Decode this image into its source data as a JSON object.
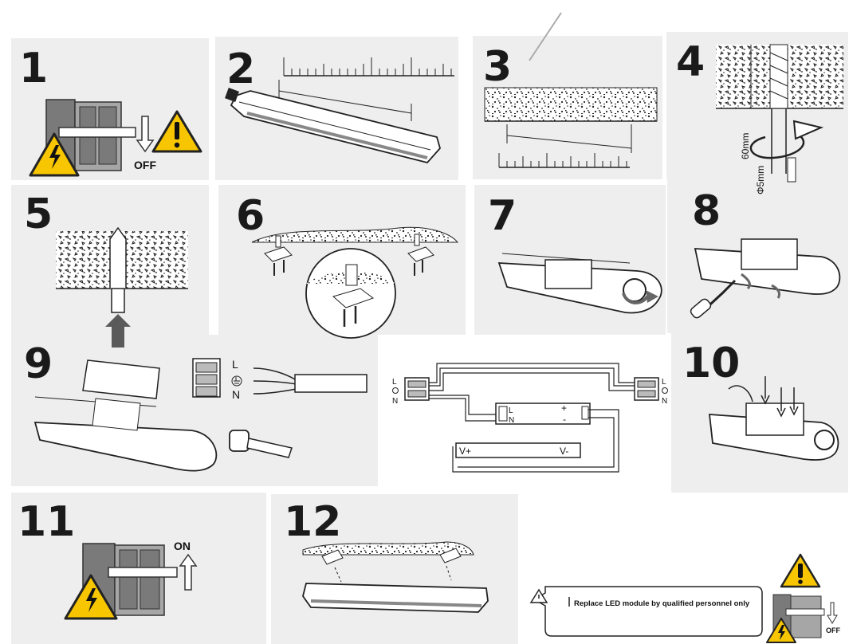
{
  "steps": [
    {
      "number": "1"
    },
    {
      "number": "2"
    },
    {
      "number": "3"
    },
    {
      "number": "4"
    },
    {
      "number": "5"
    },
    {
      "number": "6"
    },
    {
      "number": "7"
    },
    {
      "number": "8"
    },
    {
      "number": "9"
    },
    {
      "number": "10"
    },
    {
      "number": "11"
    },
    {
      "number": "12"
    }
  ],
  "labels": {
    "off": "OFF",
    "on": "ON",
    "depth": "60mm",
    "diameter": "Φ5mm",
    "L": "L",
    "N": "N",
    "plus": "+",
    "minus": "-",
    "v_plus": "V+",
    "v_minus": "V-",
    "driver_L": "L",
    "driver_N": "N"
  },
  "notice": {
    "text": "Replace LED module by qualified personnel only"
  },
  "colors": {
    "switch_dark": "#7a7a7a",
    "switch_light": "#a6a6a6",
    "warning_yellow": "#f7c600",
    "panel_shade": "#eeeeee",
    "arrow_dark": "#5a5a5a"
  }
}
